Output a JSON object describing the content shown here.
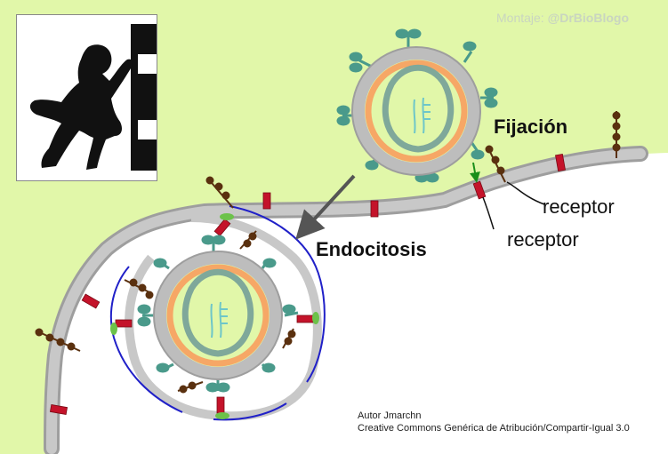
{
  "labels": {
    "fixation": "Fijación",
    "endocytosis": "Endocitosis",
    "receptor_1": "receptor",
    "receptor_2": "receptor"
  },
  "credits": {
    "montaje_prefix": "Montaje: ",
    "montaje_handle": "@DrBioBlogo",
    "author": "Autor Jmarchn",
    "license": "Creative Commons Genérica de Atribución/Compartir-Igual 3.0"
  },
  "colors": {
    "extracellular": "#e1f7a9",
    "membrane": "#bdbdbd",
    "membrane_edge": "#9e9e9e",
    "receptor_red": "#c4132a",
    "glycan_brown": "#5a300f",
    "virus_capsid": "#f6a766",
    "virus_core": "#e1f7a9",
    "genome": "#6ec6c9",
    "spike_teal": "#4a9a8b",
    "vesicle_line": "#2020c8",
    "clathrin_green": "#6cc24a",
    "arrow_grey": "#555555",
    "fix_arrow": "#1a8f1a"
  },
  "icons": [
    "climber-silhouette-icon",
    "arrow-icon"
  ]
}
